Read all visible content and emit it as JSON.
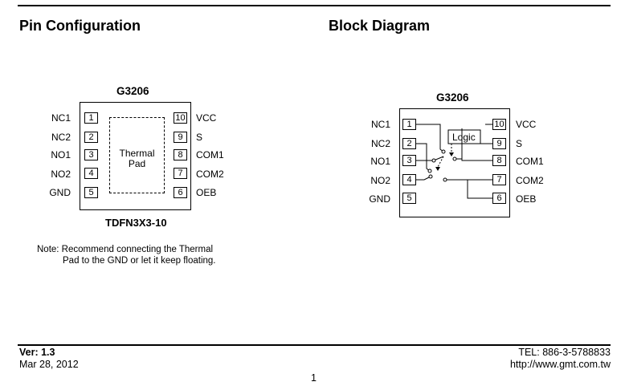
{
  "headings": {
    "pin_config": "Pin Configuration",
    "block_diagram": "Block Diagram"
  },
  "pin_config": {
    "part": "G3206",
    "package": "TDFN3X3-10",
    "thermal_pad": [
      "Thermal",
      "Pad"
    ],
    "left_pins": [
      {
        "label": "NC1",
        "num": "1"
      },
      {
        "label": "NC2",
        "num": "2"
      },
      {
        "label": "NO1",
        "num": "3"
      },
      {
        "label": "NO2",
        "num": "4"
      },
      {
        "label": "GND",
        "num": "5"
      }
    ],
    "right_pins": [
      {
        "label": "VCC",
        "num": "10"
      },
      {
        "label": "S",
        "num": "9"
      },
      {
        "label": "COM1",
        "num": "8"
      },
      {
        "label": "COM2",
        "num": "7"
      },
      {
        "label": "OEB",
        "num": "6"
      }
    ],
    "note": [
      "Note: Recommend connecting the Thermal",
      "Pad to the GND or let it keep floating."
    ]
  },
  "block_diagram": {
    "part": "G3206",
    "logic_label": "Logic",
    "left_pins": [
      {
        "label": "NC1",
        "num": "1"
      },
      {
        "label": "NC2",
        "num": "2"
      },
      {
        "label": "NO1",
        "num": "3"
      },
      {
        "label": "NO2",
        "num": "4"
      },
      {
        "label": "GND",
        "num": "5"
      }
    ],
    "right_pins": [
      {
        "label": "VCC",
        "num": "10"
      },
      {
        "label": "S",
        "num": "9"
      },
      {
        "label": "COM1",
        "num": "8"
      },
      {
        "label": "COM2",
        "num": "7"
      },
      {
        "label": "OEB",
        "num": "6"
      }
    ]
  },
  "footer": {
    "version": "Ver: 1.3",
    "date": "Mar 28, 2012",
    "tel": "TEL: 886-3-5788833",
    "url": "http://www.gmt.com.tw",
    "page": "1"
  }
}
